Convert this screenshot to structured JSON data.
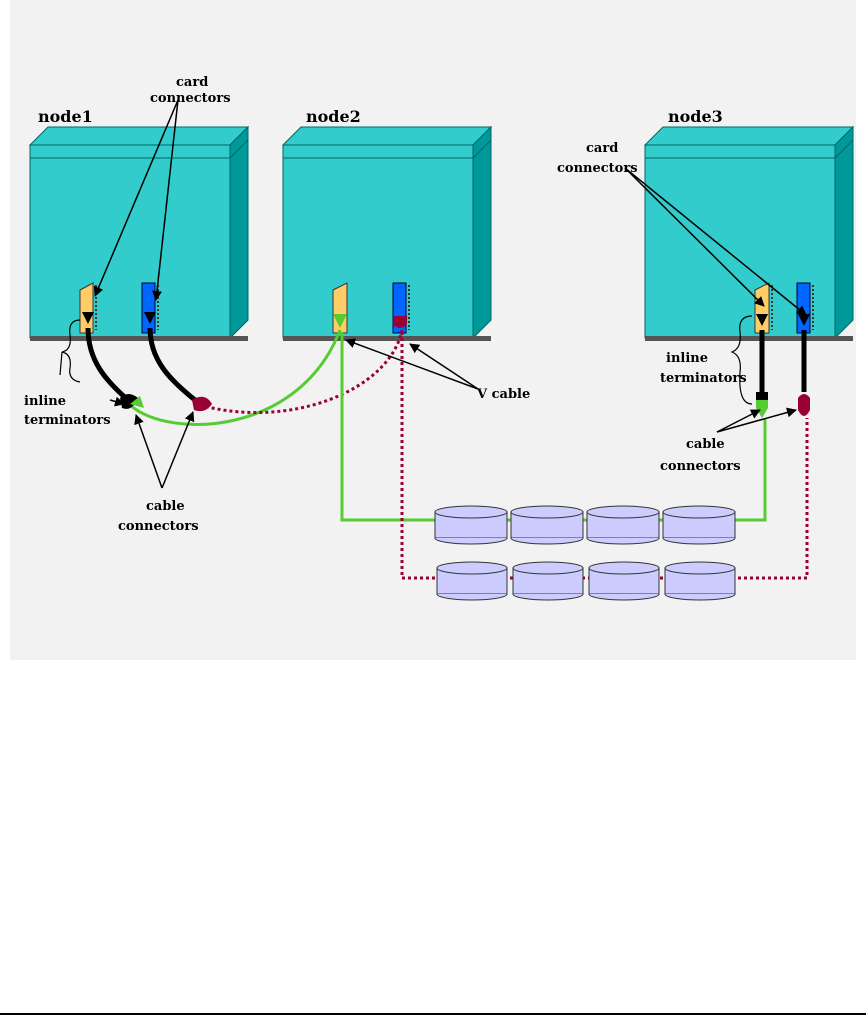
{
  "diagram": {
    "colors": {
      "background": "#f2f2f2",
      "node_face": "#33cccc",
      "node_edge": "#009999",
      "green_card": "#ffcc66",
      "blue_card": "#0066ff",
      "green_cable": "#55cc33",
      "red_cable": "#990033",
      "disk": "#ccccff"
    },
    "nodes": [
      {
        "title": "node1"
      },
      {
        "title": "node2"
      },
      {
        "title": "node3"
      }
    ],
    "labels": {
      "card_connectors_left": [
        "card",
        "connectors"
      ],
      "card_connectors_right": [
        "card",
        "connectors"
      ],
      "inline_terminators_left": [
        "inline",
        "terminators"
      ],
      "inline_terminators_right": [
        "inline",
        "terminators"
      ],
      "cable_connectors_left": [
        "cable",
        "connectors"
      ],
      "cable_connectors_right": [
        "cable",
        "connectors"
      ],
      "v_cable": "V cable"
    }
  }
}
